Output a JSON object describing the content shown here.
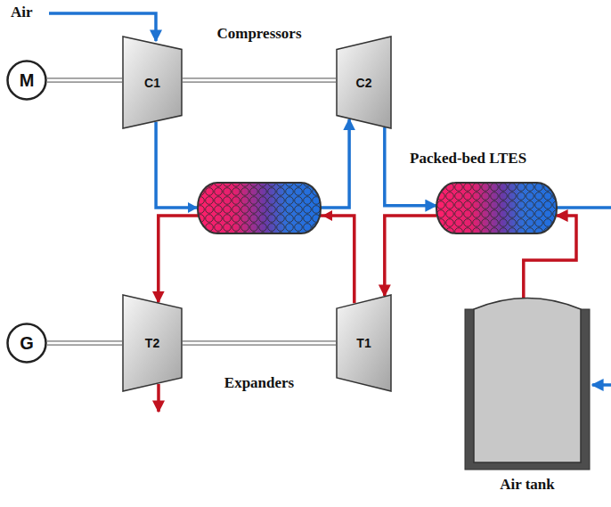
{
  "diagram": {
    "nodes": [
      {
        "text": [
          "M"
        ]
      },
      {
        "text": [
          "C1"
        ]
      },
      {
        "text": [
          "C2"
        ]
      },
      {
        "text": [
          "Packed-bed LTES"
        ]
      },
      {
        "text": [
          "G"
        ]
      },
      {
        "text": [
          "T2"
        ]
      },
      {
        "text": [
          "T1"
        ]
      },
      {
        "text": [
          "Air tank"
        ]
      }
    ],
    "edges": [
      {
        "from": 0,
        "to": 1,
        "arrow": "none"
      },
      {
        "from": 1,
        "to": 2,
        "arrow": "none"
      },
      {
        "from": 1,
        "to": 2,
        "arrow": "to"
      },
      {
        "from": 2,
        "to": 3,
        "arrow": "to"
      },
      {
        "from": 7,
        "to": 3,
        "arrow": "to"
      },
      {
        "from": 3,
        "to": 6,
        "arrow": "to"
      },
      {
        "from": 6,
        "to": 5,
        "arrow": "to"
      },
      {
        "from": 4,
        "to": 5,
        "arrow": "none"
      },
      {
        "from": 5,
        "to": 6,
        "arrow": "none"
      }
    ],
    "labels": [
      "Air",
      "Compressors",
      "Expanders"
    ]
  }
}
